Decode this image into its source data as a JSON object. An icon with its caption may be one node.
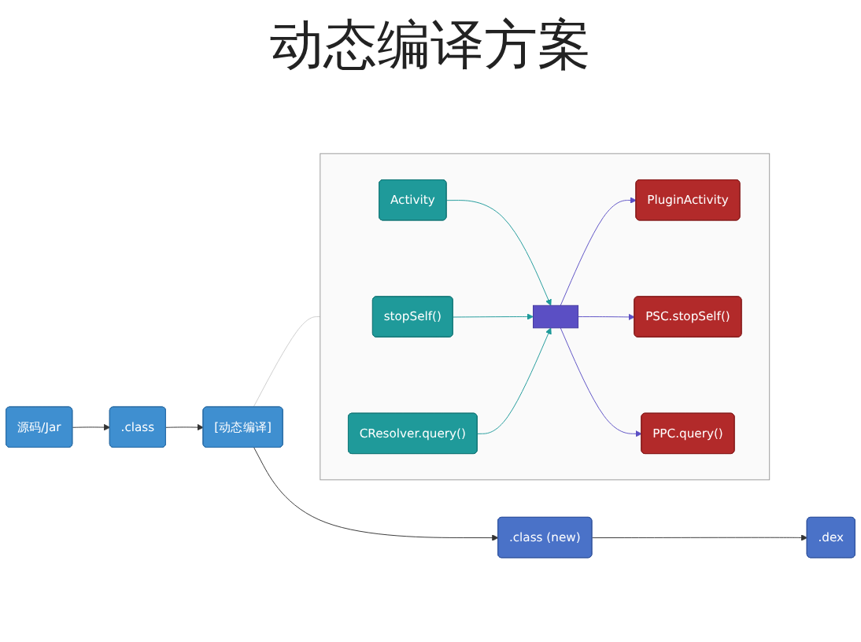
{
  "diagram": {
    "title": "动态编译方案",
    "nodes": [
      {
        "text": [
          "源码/Jar"
        ]
      },
      {
        "text": [
          ".class"
        ]
      },
      {
        "text": [
          "[动态编译]"
        ]
      },
      {
        "text": [
          ".class (new)"
        ]
      },
      {
        "text": [
          ".dex"
        ]
      },
      {
        "text": [],
        "shape": "box"
      },
      {
        "text": [
          "Activity"
        ],
        "in": 5
      },
      {
        "text": [
          "stopSelf()"
        ],
        "in": 5
      },
      {
        "text": [
          "CResolver.query()"
        ],
        "in": 5
      },
      {
        "text": [],
        "shape": "box",
        "in": 5
      },
      {
        "text": [
          "PluginActivity"
        ],
        "in": 5
      },
      {
        "text": [
          "PSC.stopSelf()"
        ],
        "in": 5
      },
      {
        "text": [
          "PPC.query()"
        ],
        "in": 5
      }
    ],
    "edges": [
      {
        "from": 0,
        "to": 1,
        "arrow": "to"
      },
      {
        "from": 1,
        "to": 2,
        "arrow": "to"
      },
      {
        "from": 2,
        "to": 3,
        "arrow": "to"
      },
      {
        "from": 3,
        "to": 4,
        "arrow": "to"
      },
      {
        "from": 2,
        "to": 5,
        "arrow": "none",
        "color": "#cccccc"
      },
      {
        "from": 6,
        "to": 9,
        "arrow": "to",
        "color": "#1f9a9a"
      },
      {
        "from": 7,
        "to": 9,
        "arrow": "to",
        "color": "#1f9a9a"
      },
      {
        "from": 8,
        "to": 9,
        "arrow": "to",
        "color": "#1f9a9a"
      },
      {
        "from": 9,
        "to": 10,
        "arrow": "to",
        "color": "#5b4fc4"
      },
      {
        "from": 9,
        "to": 11,
        "arrow": "to",
        "color": "#5b4fc4"
      },
      {
        "from": 9,
        "to": 12,
        "arrow": "to",
        "color": "#5b4fc4"
      }
    ]
  }
}
